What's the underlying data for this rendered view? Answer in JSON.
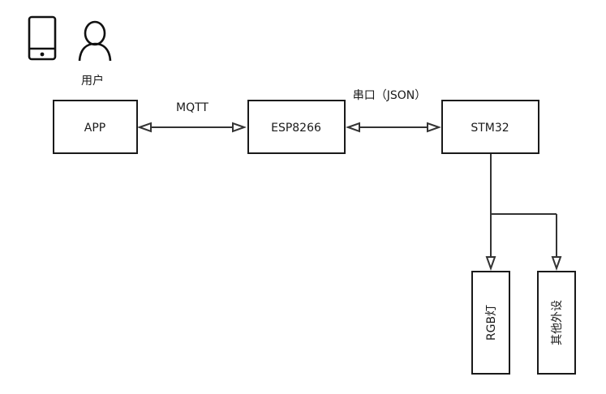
{
  "user": {
    "label": "用户",
    "icons": [
      "smartphone-icon",
      "user-icon"
    ]
  },
  "nodes": {
    "app": "APP",
    "esp": "ESP8266",
    "stm": "STM32",
    "rgb": "RGB灯",
    "other": "其他外设"
  },
  "links": {
    "app_esp": "MQTT",
    "esp_stm": "串口（JSON）"
  },
  "colors": {
    "stroke": "#1a1a1a",
    "background": "#ffffff"
  }
}
